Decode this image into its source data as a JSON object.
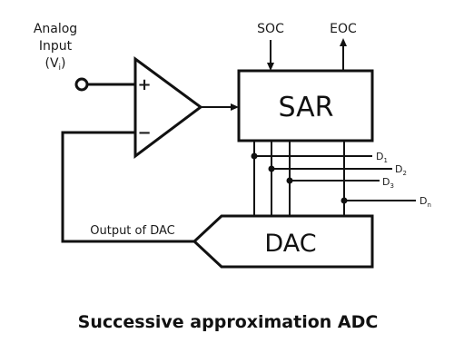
{
  "diagram": {
    "input_label_line1": "Analog",
    "input_label_line2": "Input",
    "input_symbol": "(V",
    "input_symbol_sub": "i",
    "input_symbol_close": ")",
    "plus_sign": "+",
    "minus_sign": "−",
    "soc_label": "SOC",
    "eoc_label": "EOC",
    "sar_label": "SAR",
    "dac_label": "DAC",
    "dac_output_label": "Output of DAC",
    "d1": "D",
    "d1_sub": "1",
    "d2": "D",
    "d2_sub": "2",
    "d3": "D",
    "d3_sub": "3",
    "dn": "D",
    "dn_sub": "n",
    "caption": "Successive approximation ADC",
    "line_color": "#111111"
  }
}
